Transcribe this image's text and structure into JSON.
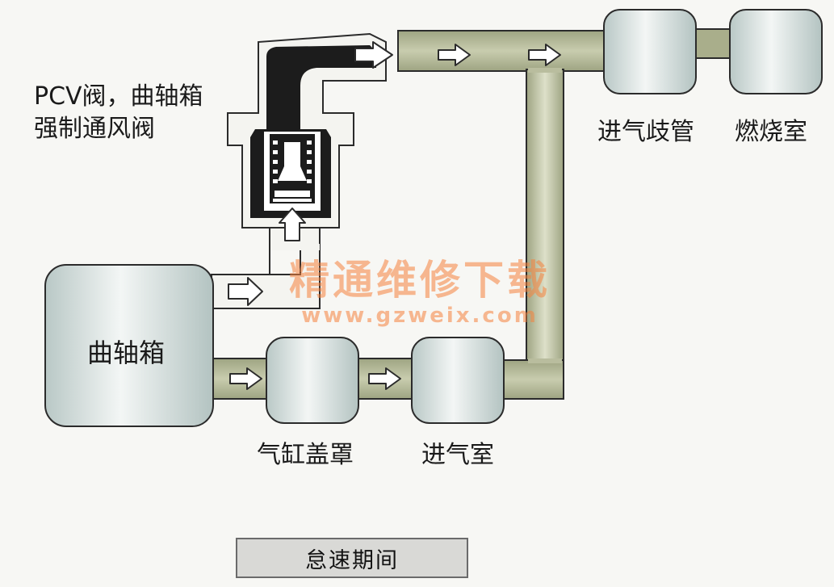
{
  "labels": {
    "pcv_valve_line1": "PCV阀，曲轴箱",
    "pcv_valve_line2": "强制通风阀",
    "crankcase": "曲轴箱",
    "cylinder_head_cover": "气缸盖罩",
    "air_chamber": "进气室",
    "intake_manifold": "进气歧管",
    "combustion_chamber": "燃烧室"
  },
  "caption": "怠速期间",
  "watermark": {
    "text": "精通维修下载",
    "url": "www.gzweix.com"
  },
  "colors": {
    "pipe": "#a9ae8b",
    "pipe_edge": "#2b2b2b",
    "valve_body": "#1c1c1c",
    "box_fill": "#d7e1df",
    "arrow": "#ffffff",
    "watermark": "#f5823c"
  }
}
